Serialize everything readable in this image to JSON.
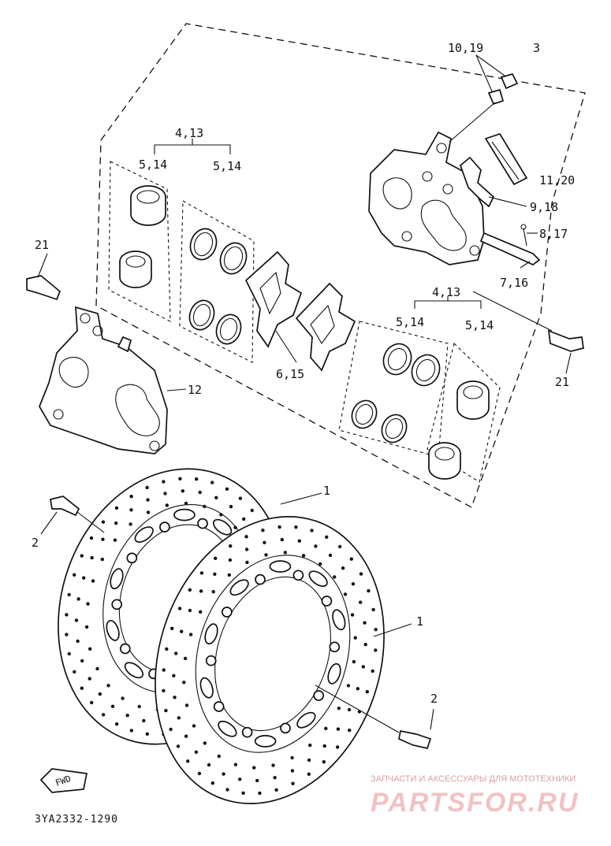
{
  "diagram": {
    "part_code": "3YA2332-1290",
    "fwd_label": "FWD",
    "labels": {
      "l1a": "1",
      "l1b": "1",
      "l2a": "2",
      "l2b": "2",
      "l3": "3",
      "l4_13_top": "4,13",
      "l5_14_a": "5,14",
      "l5_14_b": "5,14",
      "l6_15": "6,15",
      "l7_16": "7,16",
      "l8_17": "8,17",
      "l9_18": "9,18",
      "l10_19": "10,19",
      "l11_20": "11,20",
      "l12": "12",
      "l21a": "21",
      "l21b": "21",
      "l4_13_right": "4,13",
      "l5_14_c": "5,14",
      "l5_14_d": "5,14"
    }
  },
  "watermark": {
    "caption": "ЗАПЧАСТИ И АКСЕССУАРЫ ДЛЯ МОТОТЕХНИКИ",
    "brand": "PARTSFOR.RU"
  }
}
